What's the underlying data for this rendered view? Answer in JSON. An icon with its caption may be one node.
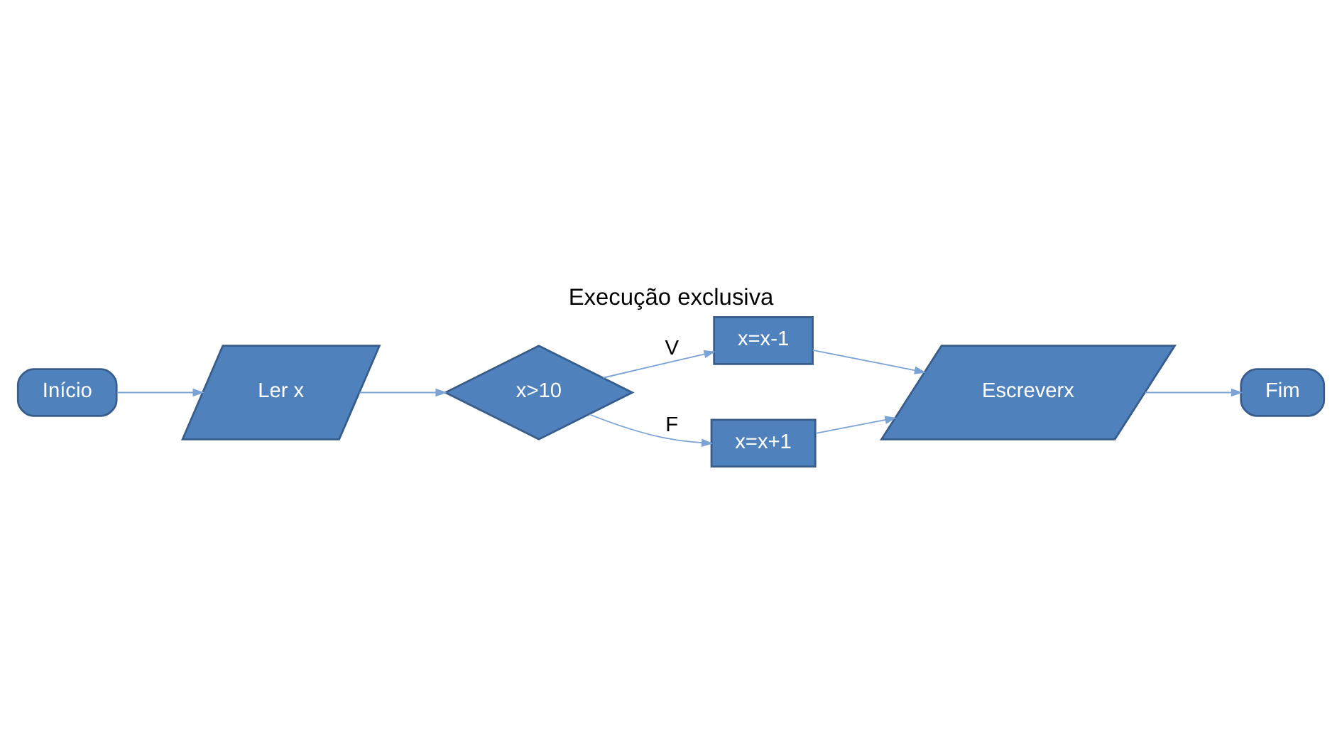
{
  "diagram": {
    "title": "Execução exclusiva",
    "nodes": [
      {
        "text": [
          "Início"
        ]
      },
      {
        "text": [
          "Ler x"
        ]
      },
      {
        "text": [
          "x>10"
        ]
      },
      {
        "text": [
          "x=x-1"
        ]
      },
      {
        "text": [
          "x=x+1"
        ]
      },
      {
        "text": [
          "Escreverx"
        ]
      },
      {
        "text": [
          "Fim"
        ]
      }
    ],
    "edges": [
      {
        "from": 0,
        "to": 1,
        "arrow": "to"
      },
      {
        "from": 1,
        "to": 2,
        "arrow": "to"
      },
      {
        "from": 2,
        "to": 3,
        "arrow": "to",
        "label": "V"
      },
      {
        "from": 2,
        "to": 4,
        "arrow": "to",
        "label": "F"
      },
      {
        "from": 3,
        "to": 5,
        "arrow": "to"
      },
      {
        "from": 4,
        "to": 5,
        "arrow": "to"
      },
      {
        "from": 5,
        "to": 6,
        "arrow": "to"
      }
    ]
  }
}
